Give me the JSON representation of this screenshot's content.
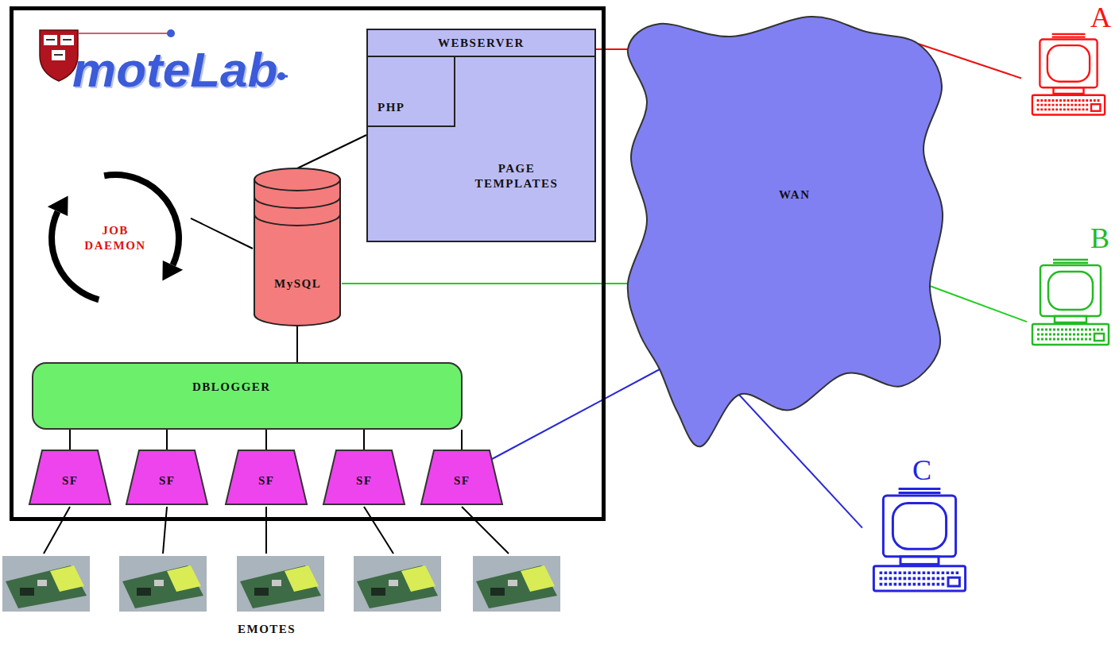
{
  "diagram": {
    "nodes": [
      {
        "text": [
          "moteLab"
        ]
      },
      {
        "text": [
          "WEBSERVER",
          "PAGE TEMPLATES"
        ],
        "in": 0
      },
      {
        "text": [
          "PHP"
        ],
        "in": 1
      },
      {
        "text": [
          "JOB DAEMON"
        ],
        "in": 0
      },
      {
        "text": [
          "MySQL"
        ],
        "in": 0
      },
      {
        "text": [
          "DBLOGGER"
        ],
        "in": 0
      },
      {
        "text": [
          "SF"
        ],
        "in": 0
      },
      {
        "text": [
          "SF"
        ],
        "in": 0
      },
      {
        "text": [
          "SF"
        ],
        "in": 0
      },
      {
        "text": [
          "SF"
        ],
        "in": 0
      },
      {
        "text": [
          "SF"
        ],
        "in": 0
      },
      {
        "text": [
          "WAN"
        ]
      },
      {
        "text": [
          "A"
        ]
      },
      {
        "text": [
          "B"
        ]
      },
      {
        "text": [
          "C"
        ]
      }
    ],
    "edges": [
      {
        "from": 1,
        "to": 4,
        "arrow": "none"
      },
      {
        "from": 3,
        "to": 4,
        "arrow": "none"
      },
      {
        "from": 4,
        "to": 5,
        "arrow": "none"
      },
      {
        "from": 5,
        "to": 6,
        "arrow": "none"
      },
      {
        "from": 5,
        "to": 7,
        "arrow": "none"
      },
      {
        "from": 5,
        "to": 8,
        "arrow": "none"
      },
      {
        "from": 5,
        "to": 9,
        "arrow": "none"
      },
      {
        "from": 5,
        "to": 10,
        "arrow": "none"
      },
      {
        "from": 1,
        "to": 11,
        "arrow": "none"
      },
      {
        "from": 11,
        "to": 12,
        "arrow": "none"
      },
      {
        "from": 4,
        "to": 11,
        "arrow": "none"
      },
      {
        "from": 11,
        "to": 13,
        "arrow": "none"
      },
      {
        "from": 10,
        "to": 11,
        "arrow": "none"
      },
      {
        "from": 11,
        "to": 14,
        "arrow": "none"
      }
    ],
    "labels": [
      "EMOTES"
    ]
  }
}
